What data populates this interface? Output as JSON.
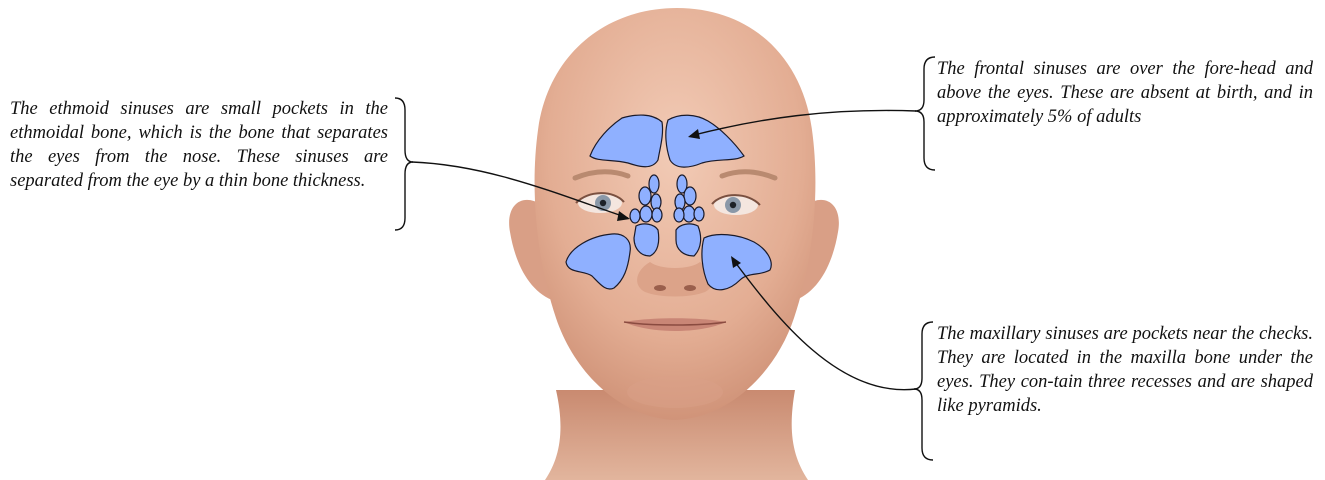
{
  "annotations": {
    "ethmoid": "The ethmoid sinuses are small pockets in the ethmoidal bone, which is the bone that separates the eyes from the nose. These sinuses are separated from the eye by a thin bone thickness.",
    "frontal": "The frontal sinuses are over the fore-head and above the eyes. These are absent at birth, and in approximately 5% of adults",
    "maxillary": "The maxillary sinuses are pockets near the checks. They are located in the maxilla bone under the eyes. They con-tain three recesses and are shaped like pyramids."
  },
  "colors": {
    "sinus_fill": "#8fb0ff",
    "sinus_stroke": "#1a1a2a",
    "skin": "#e7b69e",
    "skin_shadow": "#c98c72",
    "line": "#111111"
  }
}
